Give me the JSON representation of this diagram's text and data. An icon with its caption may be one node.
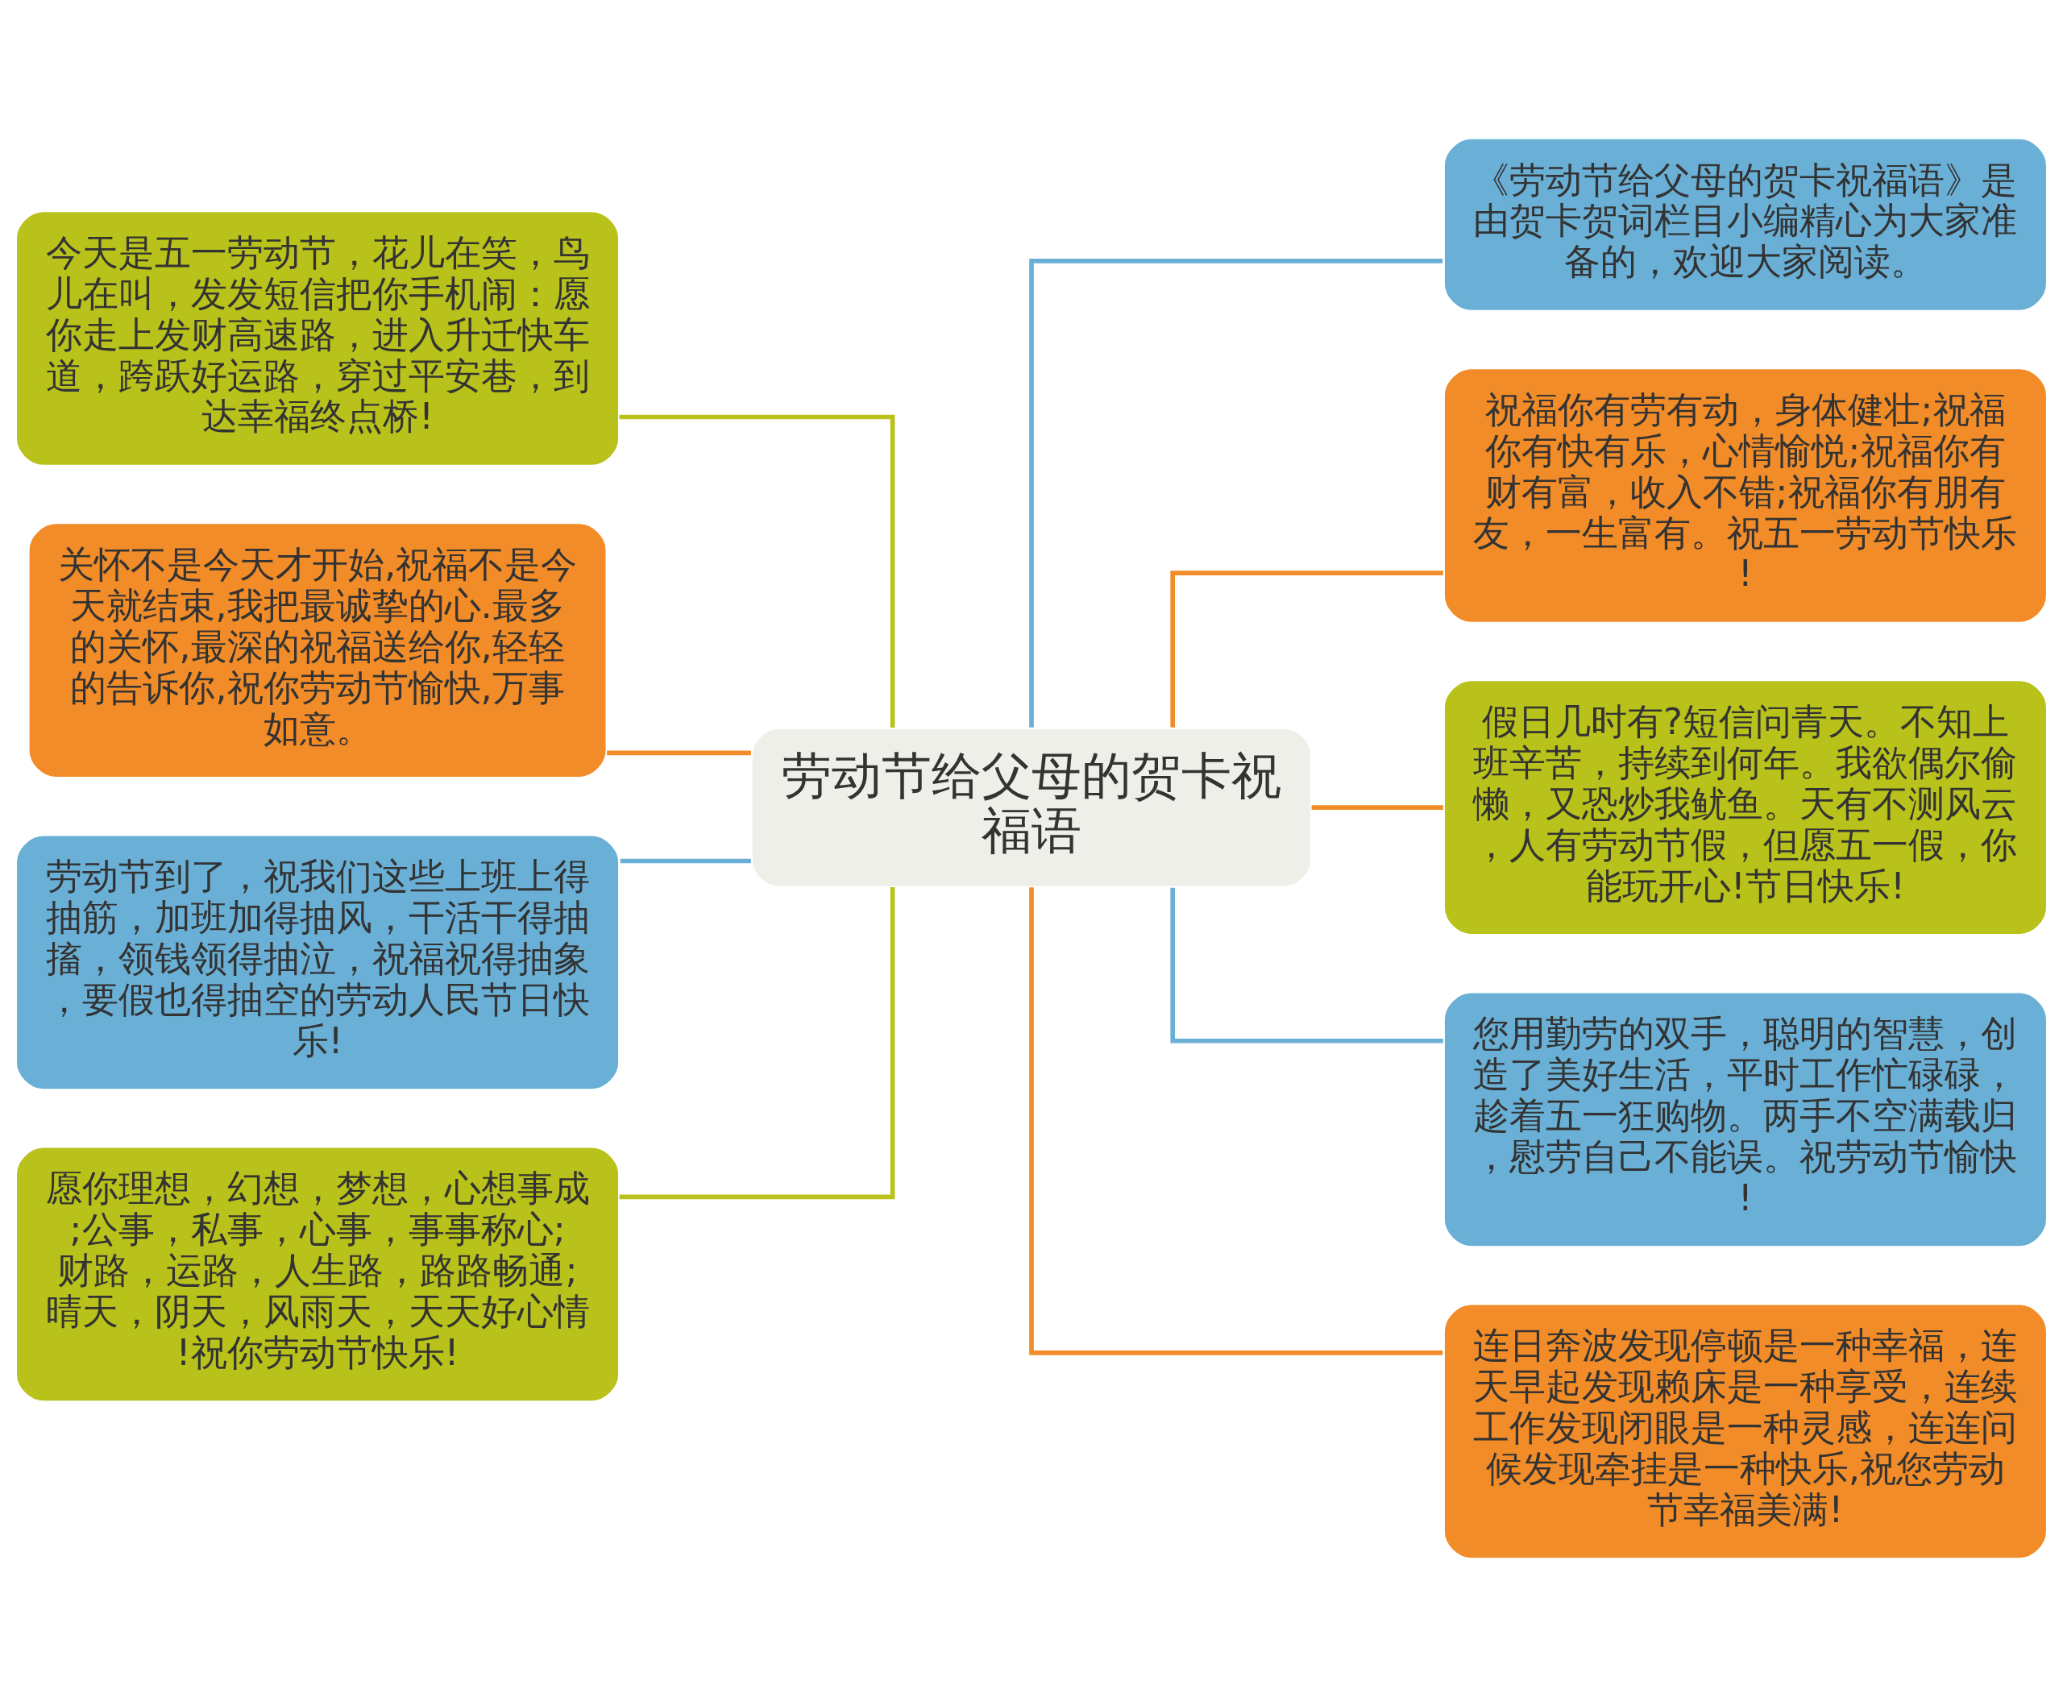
{
  "diagram": {
    "nodes": [
      {
        "text": [
          "劳动节给父母的贺卡祝福语"
        ]
      },
      {
        "text": [
          "今天是五一劳动节，花儿在笑，鸟儿在叫，发发短信把你手机闹：愿你走上发财高速路，进入升迁快车道，跨跃好运路，穿过平安巷，到达幸福终点桥!"
        ]
      },
      {
        "text": [
          "关怀不是今天才开始,祝福不是今天就结束,我把最诚挚的心.最多的关怀,最深的祝福送给你,轻轻的告诉你,祝你劳动节愉快,万事如意。"
        ]
      },
      {
        "text": [
          "劳动节到了，祝我们这些上班上得抽筋，加班加得抽风，干活干得抽搐，领钱领得抽泣，祝福祝得抽象，要假也得抽空的劳动人民节日快乐!"
        ]
      },
      {
        "text": [
          "愿你理想，幻想，梦想，心想事成;公事，私事，心事，事事称心;财路，运路，人生路，路路畅通;晴天，阴天，风雨天，天天好心情!祝你劳动节快乐!"
        ]
      },
      {
        "text": [
          "《劳动节给父母的贺卡祝福语》是由贺卡贺词栏目小编精心为大家准备的，欢迎大家阅读。"
        ]
      },
      {
        "text": [
          "祝福你有劳有动，身体健壮;祝福你有快有乐，心情愉悦;祝福你有财有富，收入不错;祝福你有朋有友，一生富有。祝五一劳动节快乐!"
        ]
      },
      {
        "text": [
          "假日几时有?短信问青天。不知上班辛苦，持续到何年。我欲偶尔偷懒，又恐炒我鱿鱼。天有不测风云，人有劳动节假，但愿五一假，你能玩开心!节日快乐!"
        ]
      },
      {
        "text": [
          "您用勤劳的双手，聪明的智慧，创造了美好生活，平时工作忙碌碌，趁着五一狂购物。两手不空满载归，慰劳自己不能误。祝劳动节愉快!"
        ]
      },
      {
        "text": [
          "连日奔波发现停顿是一种幸福，连天早起发现赖床是一种享受，连续工作发现闭眼是一种灵感，连连问候发现牵挂是一种快乐,祝您劳动节幸福美满!"
        ]
      }
    ],
    "edges": [
      {
        "from": 0,
        "to": 1,
        "arrow": "none",
        "color": "#b8c21a"
      },
      {
        "from": 0,
        "to": 2,
        "arrow": "none"
      },
      {
        "from": 0,
        "to": 3,
        "arrow": "none",
        "color": "#6ab0d6"
      },
      {
        "from": 0,
        "to": 4,
        "arrow": "none",
        "color": "#b8c21a"
      },
      {
        "from": 0,
        "to": 5,
        "arrow": "none",
        "color": "#6ab0d6"
      },
      {
        "from": 0,
        "to": 6,
        "arrow": "none"
      },
      {
        "from": 0,
        "to": 7,
        "arrow": "none"
      },
      {
        "from": 0,
        "to": 8,
        "arrow": "none",
        "color": "#6ab0d6"
      },
      {
        "from": 0,
        "to": 9,
        "arrow": "none"
      }
    ]
  }
}
